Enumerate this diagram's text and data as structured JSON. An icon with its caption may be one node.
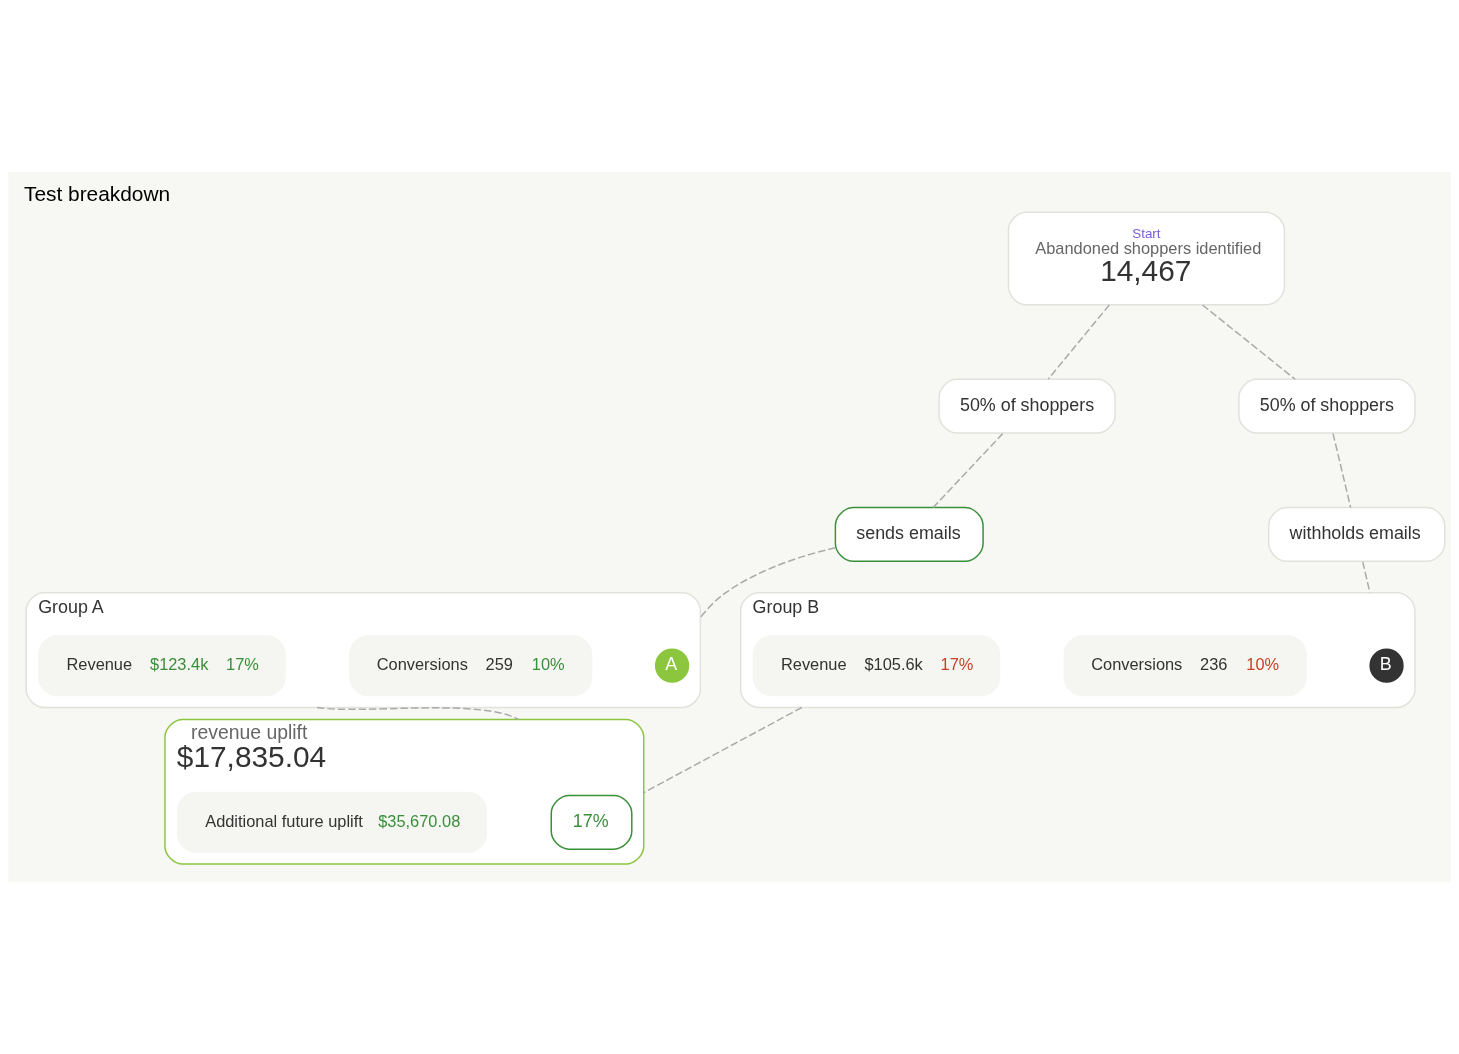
{
  "diagram": {
    "title": "Test breakdown",
    "nodes": [
      {
        "text": [
          "Start",
          "Abandoned shoppers identified",
          "14,467"
        ]
      },
      {
        "text": [
          "50% of shoppers"
        ]
      },
      {
        "text": [
          "50% of shoppers"
        ]
      },
      {
        "text": [
          "sends emails"
        ]
      },
      {
        "text": [
          "withholds emails"
        ]
      },
      {
        "text": [
          "Group A"
        ]
      },
      {
        "text": [
          "A"
        ],
        "in": 5
      },
      {
        "text": [
          "Conversions",
          "259",
          "10%"
        ],
        "in": 5
      },
      {
        "text": [
          "Revenue",
          "$123.4k",
          "17%"
        ],
        "in": 5
      },
      {
        "text": [
          "Group B"
        ]
      },
      {
        "text": [
          "B"
        ],
        "in": 9
      },
      {
        "text": [
          "Conversions",
          "236",
          "10%"
        ],
        "in": 9
      },
      {
        "text": [
          "Revenue",
          "$105.6k",
          "17%"
        ],
        "in": 9
      },
      {
        "text": [
          "revenue uplift",
          "$17,835.04"
        ]
      },
      {
        "text": [
          "17%"
        ],
        "in": 13
      },
      {
        "text": [
          "Additional future uplift",
          "$35,670.08"
        ],
        "in": 13
      }
    ],
    "edges": [
      {
        "from": 0,
        "to": 1,
        "arrow": "none",
        "style": "dashed"
      },
      {
        "from": 0,
        "to": 2,
        "arrow": "none",
        "style": "dashed"
      },
      {
        "from": 1,
        "to": 3,
        "arrow": "none",
        "style": "dashed"
      },
      {
        "from": 2,
        "to": 4,
        "arrow": "none",
        "style": "dashed"
      },
      {
        "from": 3,
        "to": 5,
        "arrow": "none",
        "style": "dashed"
      },
      {
        "from": 4,
        "to": 9,
        "arrow": "none",
        "style": "dashed"
      },
      {
        "from": 5,
        "to": 13,
        "arrow": "none",
        "style": "dashed"
      },
      {
        "from": 9,
        "to": 13,
        "arrow": "none",
        "style": "dashed"
      }
    ]
  }
}
